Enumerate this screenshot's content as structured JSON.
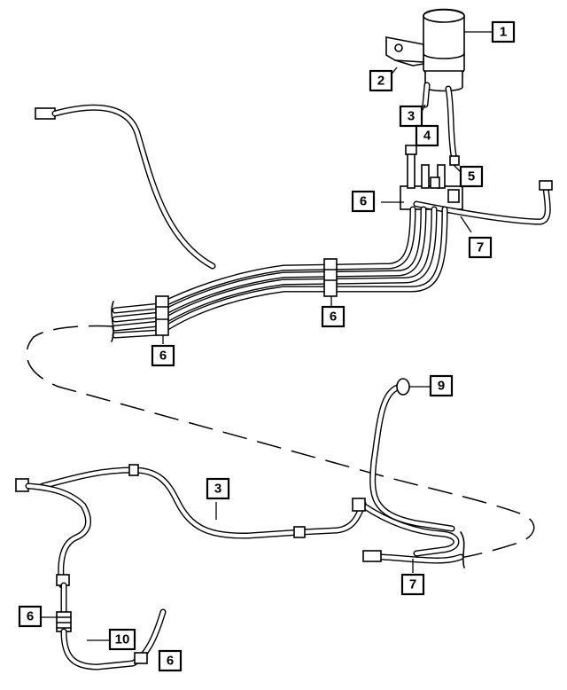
{
  "callouts": [
    {
      "id": "c1",
      "label": "1"
    },
    {
      "id": "c2",
      "label": "2"
    },
    {
      "id": "c3a",
      "label": "3"
    },
    {
      "id": "c4",
      "label": "4"
    },
    {
      "id": "c5",
      "label": "5"
    },
    {
      "id": "c6a",
      "label": "6"
    },
    {
      "id": "c7a",
      "label": "7"
    },
    {
      "id": "c6b",
      "label": "6"
    },
    {
      "id": "c6c",
      "label": "6"
    },
    {
      "id": "c9",
      "label": "9"
    },
    {
      "id": "c3b",
      "label": "3"
    },
    {
      "id": "c7b",
      "label": "7"
    },
    {
      "id": "c6d",
      "label": "6"
    },
    {
      "id": "c10",
      "label": "10"
    },
    {
      "id": "c6e",
      "label": "6"
    }
  ]
}
